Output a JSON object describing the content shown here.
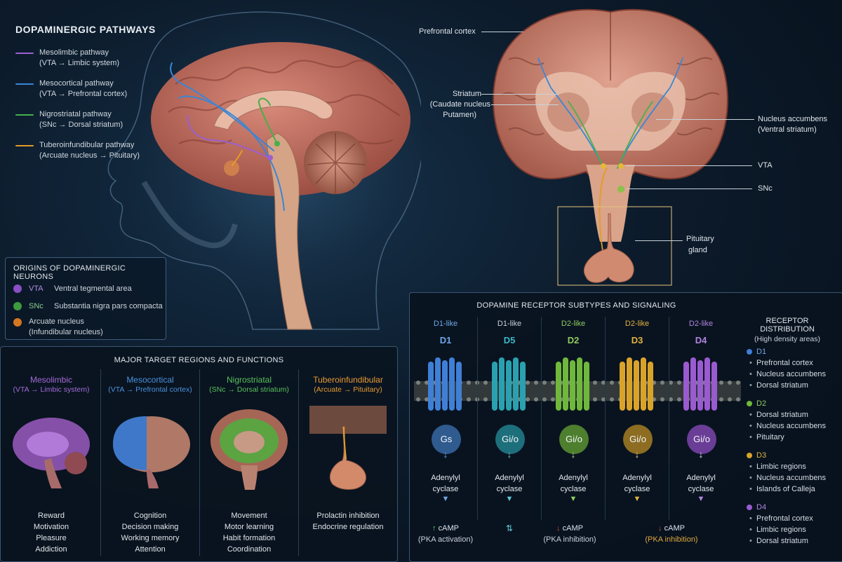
{
  "legend": {
    "title": "DOPAMINERGIC PATHWAYS",
    "items": [
      {
        "name": "Mesolimbic pathway",
        "desc": "(VTA → Limbic system)",
        "color": "#9b5fd0"
      },
      {
        "name": "Mesocortical pathway",
        "desc": "(VTA → Prefrontal cortex)",
        "color": "#3a86d6"
      },
      {
        "name": "Nigrostriatal pathway",
        "desc": "(SNc → Dorsal striatum)",
        "color": "#47b04a"
      },
      {
        "name": "Tuberoinfundibular pathway",
        "desc": "(Arcuate nucleus → Pituitary)",
        "color": "#e59a27"
      }
    ]
  },
  "origins": {
    "title": "ORIGINS OF DOPAMINERGIC NEURONS",
    "items": [
      {
        "abbr": "VTA",
        "desc": "Ventral tegmental area",
        "color": "#8a4fc4"
      },
      {
        "abbr": "SNc",
        "desc": "Substantia nigra pars compacta",
        "color": "#3f9a3f"
      },
      {
        "abbr": "Arcuate nucleus",
        "desc": "(Infundibular nucleus)",
        "color": "#d6761e"
      }
    ]
  },
  "coronal": {
    "labels": {
      "prefrontal": "Prefrontal cortex",
      "striatum_1": "Striatum",
      "striatum_2": "(Caudate nucleus",
      "striatum_3": "Putamen)",
      "accumbens_1": "Nucleus accumbens",
      "accumbens_2": "(Ventral striatum)",
      "vta": "VTA",
      "snc": "SNc",
      "pituitary_1": "Pituitary",
      "pituitary_2": "gland"
    }
  },
  "targets": {
    "title": "MAJOR TARGET REGIONS AND FUNCTIONS",
    "columns": [
      {
        "name": "Mesolimbic",
        "route": "(VTA → Limbic system)",
        "color": "#a46ad8",
        "functions": [
          "Reward",
          "Motivation",
          "Pleasure",
          "Addiction"
        ]
      },
      {
        "name": "Mesocortical",
        "route": "(VTA → Prefrontal cortex)",
        "color": "#4a92de",
        "functions": [
          "Cognition",
          "Decision making",
          "Working memory",
          "Attention"
        ]
      },
      {
        "name": "Nigrostriatal",
        "route": "(SNc → Dorsal striatum)",
        "color": "#58c05a",
        "functions": [
          "Movement",
          "Motor learning",
          "Habit formation",
          "Coordination"
        ]
      },
      {
        "name": "Tuberoinfundibular",
        "route": "(Arcuate → Pituitary)",
        "color": "#e89a30",
        "functions": [
          "Prolactin inhibition",
          "Endocrine regulation"
        ]
      }
    ]
  },
  "receptors": {
    "title": "DOPAMINE RECEPTOR SUBTYPES AND SIGNALING",
    "columns": [
      {
        "cls": "D1-like",
        "name": "D1",
        "protein": "Gs",
        "color": "#3f7fd6",
        "protColor": "#2f5b8f",
        "effector": [
          "Adenylyl",
          "cyclase"
        ]
      },
      {
        "cls": "D1-like",
        "name": "D5",
        "protein": "Gi/o",
        "color": "#2aa1b0",
        "protColor": "#1e6f7c",
        "effector": [
          "Adenylyl",
          "cyclase"
        ]
      },
      {
        "cls": "D2-like",
        "name": "D2",
        "protein": "Gi/o",
        "color": "#6fb83b",
        "protColor": "#4e7f2e",
        "effector": [
          "Adenylyl",
          "cyclase"
        ]
      },
      {
        "cls": "D2-like",
        "name": "D3",
        "protein": "Gi/o",
        "color": "#d9a32a",
        "protColor": "#8c6d22",
        "effector": [
          "Adenylyl",
          "cyclase"
        ]
      },
      {
        "cls": "D2-like",
        "name": "D4",
        "protein": "Gi/o",
        "color": "#9a5ad0",
        "protColor": "#6a3d96",
        "effector": [
          "Adenylyl",
          "cyclase"
        ]
      }
    ],
    "camp": [
      {
        "arrow": "↑",
        "label": "cAMP",
        "sub": "(PKA activation)",
        "arrowColor": "#5fd06a",
        "subColor": "#c9d1d9"
      },
      {
        "arrow": "↓",
        "label": "cAMP",
        "sub": "(PKA inhibition)",
        "arrowColor": "#e24b3b",
        "subColor": "#c9d1d9"
      },
      {
        "arrow": "↓",
        "label": "cAMP",
        "sub": "(PKA inhibition)",
        "arrowColor": "#e24b3b",
        "subColor": "#e0a83a"
      }
    ],
    "distribution": {
      "title": "RECEPTOR DISTRIBUTION",
      "subtitle": "(High density areas)",
      "groups": [
        {
          "name": "D1",
          "color": "#3f7fd6",
          "items": [
            "Prefrontal cortex",
            "Nucleus accumbens",
            "Dorsal striatum"
          ]
        },
        {
          "name": "D2",
          "color": "#6fb83b",
          "items": [
            "Dorsal striatum",
            "Nucleus accumbens",
            "Pituitary"
          ]
        },
        {
          "name": "D3",
          "color": "#d9a32a",
          "items": [
            "Limbic regions",
            "Nucleus accumbens",
            "Islands of Calleja"
          ]
        },
        {
          "name": "D4",
          "color": "#9a5ad0",
          "items": [
            "Prefrontal cortex",
            "Limbic regions",
            "Dorsal striatum"
          ]
        }
      ]
    }
  }
}
